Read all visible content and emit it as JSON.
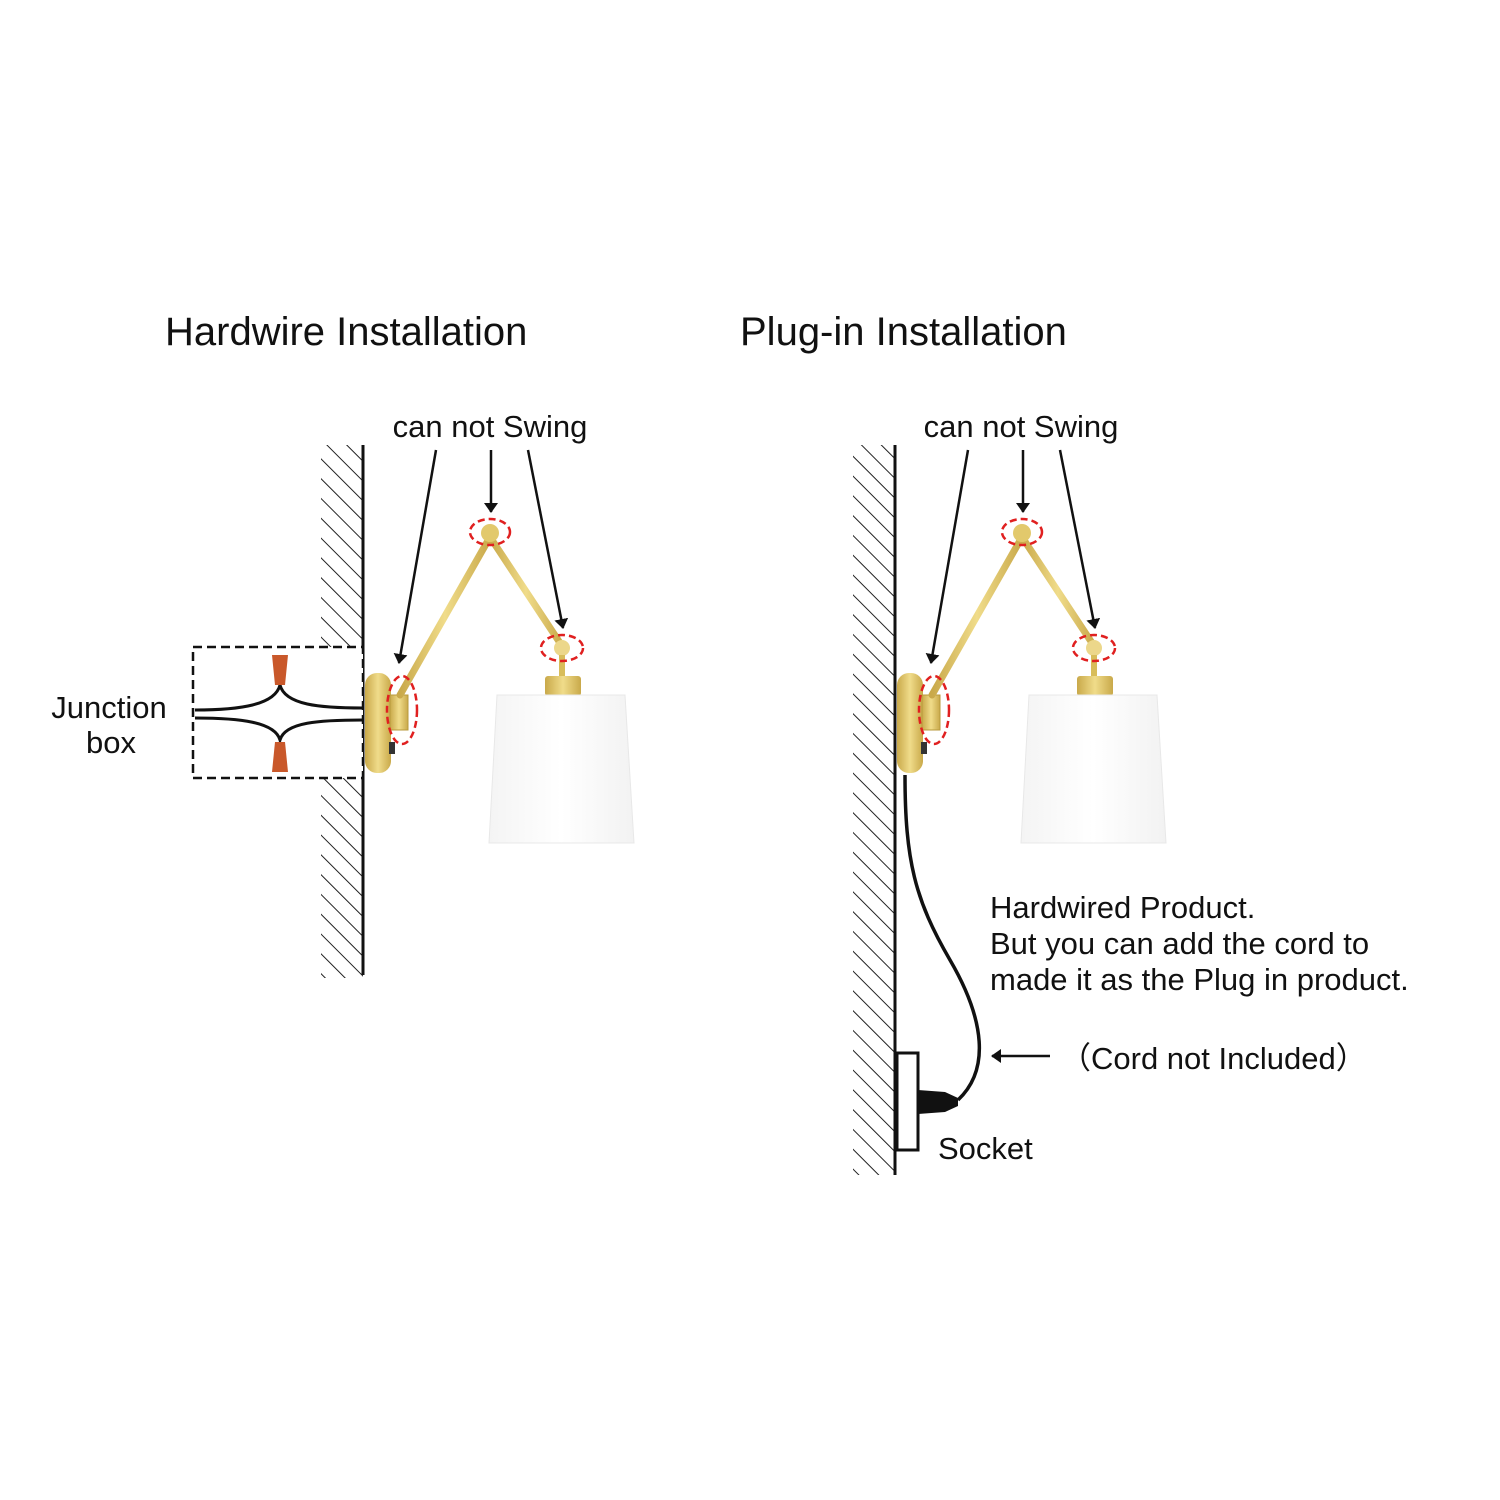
{
  "hardwire": {
    "title": "Hardwire Installation",
    "swing_label": "can not Swing",
    "junction_label_line1": "Junction",
    "junction_label_line2": "box"
  },
  "plugin": {
    "title": "Plug-in Installation",
    "swing_label": "can not Swing",
    "note_line1": "Hardwired Product.",
    "note_line2": "But you can add the cord to",
    "note_line3": "made it as the Plug in product.",
    "cord_label": "（Cord not Included）",
    "socket_label": "Socket"
  },
  "colors": {
    "brass": "#d9bf5f",
    "connector": "#c9582a",
    "highlight": "#e02020",
    "line": "#111111"
  }
}
